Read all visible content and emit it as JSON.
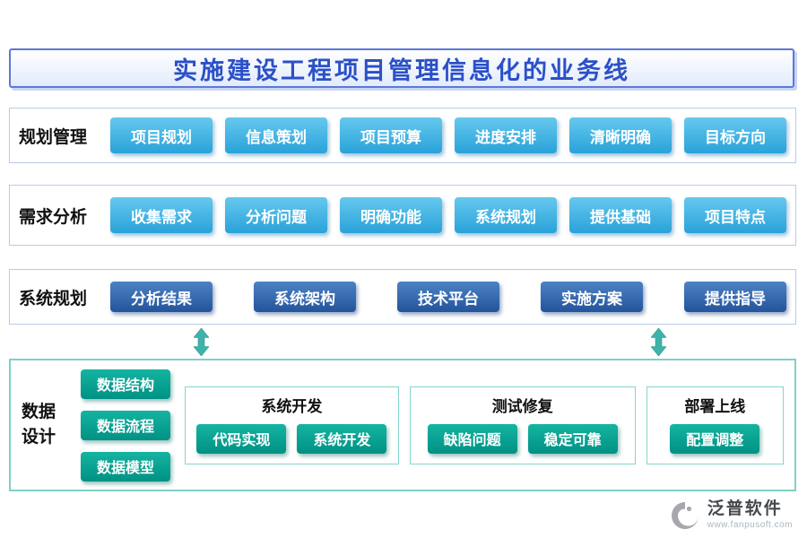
{
  "title": "实施建设工程项目管理信息化的业务线",
  "rows": [
    {
      "label": "规划管理",
      "items": [
        "项目规划",
        "信息策划",
        "项目预算",
        "进度安排",
        "清晰明确",
        "目标方向"
      ]
    },
    {
      "label": "需求分析",
      "items": [
        "收集需求",
        "分析问题",
        "明确功能",
        "系统规划",
        "提供基础",
        "项目特点"
      ]
    },
    {
      "label": "系统规划",
      "items": [
        "分析结果",
        "系统架构",
        "技术平台",
        "实施方案",
        "提供指导"
      ]
    }
  ],
  "data_design": {
    "label": "数据\n设计",
    "side_items": [
      "数据结构",
      "数据流程",
      "数据模型"
    ],
    "groups": [
      {
        "title": "系统开发",
        "items": [
          "代码实现",
          "系统开发"
        ]
      },
      {
        "title": "测试修复",
        "items": [
          "缺陷问题",
          "稳定可靠"
        ]
      },
      {
        "title": "部署上线",
        "items": [
          "配置调整"
        ]
      }
    ]
  },
  "footer": {
    "brand": "泛普软件",
    "url": "www.fanpusoft.com"
  },
  "colors": {
    "title_text": "#2b50c8",
    "banner_border": "#5b79d8",
    "cyan_chip": "#29a2da",
    "blue_chip": "#24549c",
    "teal_chip": "#009184",
    "arrow": "#3fb3a9",
    "row_border": "#b9cbe8",
    "dd_border": "#7fd0c6"
  }
}
